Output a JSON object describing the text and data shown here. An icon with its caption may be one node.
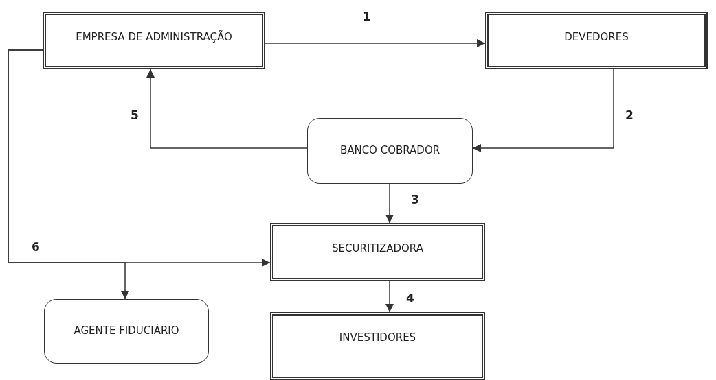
{
  "diagram": {
    "nodes": [
      {
        "text": [
          "EMPRESA DE ADMINISTRAÇÃO"
        ]
      },
      {
        "text": [
          "DEVEDORES"
        ]
      },
      {
        "text": [
          "BANCO COBRADOR"
        ]
      },
      {
        "text": [
          "SECURITIZADORA"
        ]
      },
      {
        "text": [
          "AGENTE FIDUCIÁRIO"
        ]
      },
      {
        "text": [
          "INVESTIDORES"
        ]
      }
    ],
    "edges": [
      {
        "from": 0,
        "to": 1,
        "arrow": "to",
        "label": "1"
      },
      {
        "from": 1,
        "to": 2,
        "arrow": "to",
        "label": "2"
      },
      {
        "from": 2,
        "to": 3,
        "arrow": "to",
        "label": "3"
      },
      {
        "from": 3,
        "to": 5,
        "arrow": "to",
        "label": "4"
      },
      {
        "from": 2,
        "to": 0,
        "arrow": "to",
        "label": "5"
      },
      {
        "from": 0,
        "to": 3,
        "arrow": "to",
        "label": "6"
      },
      {
        "from": 0,
        "to": 4,
        "arrow": "to"
      }
    ]
  }
}
